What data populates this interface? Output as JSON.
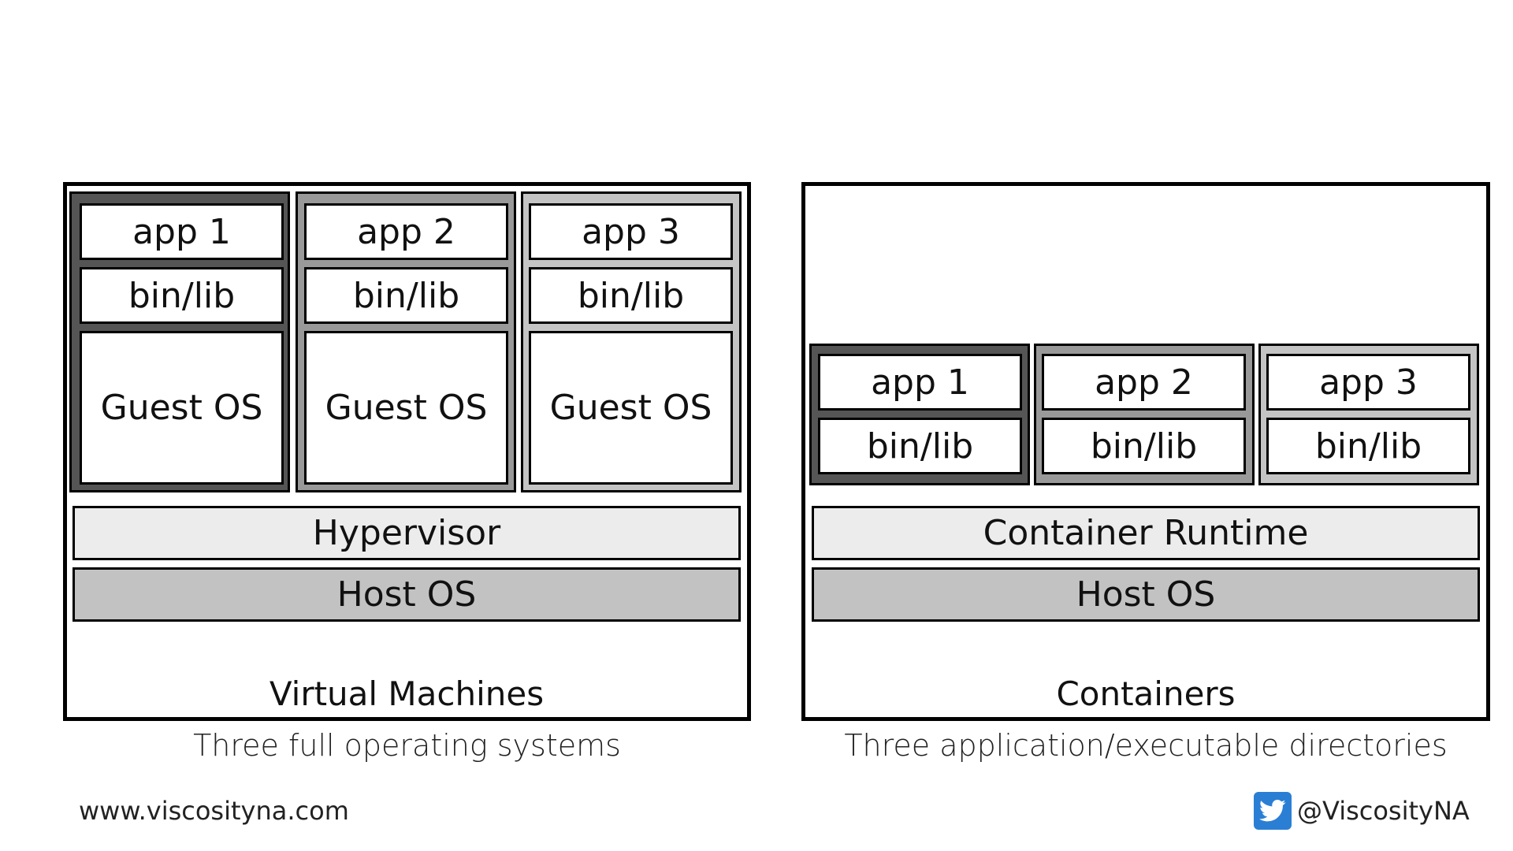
{
  "vm_diagram": {
    "stacks": [
      {
        "app": "app 1",
        "lib": "bin/lib",
        "os": "Guest OS"
      },
      {
        "app": "app 2",
        "lib": "bin/lib",
        "os": "Guest OS"
      },
      {
        "app": "app 3",
        "lib": "bin/lib",
        "os": "Guest OS"
      }
    ],
    "hypervisor": "Hypervisor",
    "host_os": "Host OS",
    "title": "Virtual Machines",
    "caption": "Three full operating systems"
  },
  "container_diagram": {
    "stacks": [
      {
        "app": "app 1",
        "lib": "bin/lib"
      },
      {
        "app": "app 2",
        "lib": "bin/lib"
      },
      {
        "app": "app 3",
        "lib": "bin/lib"
      }
    ],
    "runtime": "Container Runtime",
    "host_os": "Host OS",
    "title": "Containers",
    "caption": "Three application/executable directories"
  },
  "footer": {
    "website": "www.viscosityna.com",
    "twitter_handle": "@ViscosityNA",
    "twitter_icon": "twitter-bird-icon"
  },
  "colors": {
    "stack_dark": "#555555",
    "stack_mid": "#999999",
    "stack_light": "#c4c4c4",
    "runtime_bar": "#ececec",
    "host_bar": "#c2c2c2",
    "twitter_blue": "#2a7fd4"
  }
}
